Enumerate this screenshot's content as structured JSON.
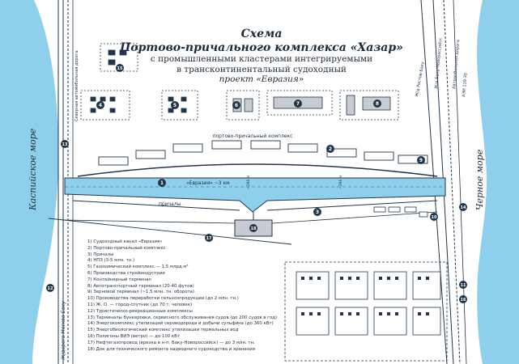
{
  "title": {
    "line1": "Схема",
    "line2": "Портово-причального комплекса «Хазар»",
    "line3": "с промышленными кластерами интегрируемыми",
    "line4": "в трансконтинентальный судоходный",
    "line5": "проект «Евразия»"
  },
  "labels": {
    "caspian_sea": "Каспийское море",
    "black_sea": "Черное море",
    "port_complex": "портово-причальный комплекс",
    "canal_name": "«Евразия» ~3 км",
    "piers": "причалы",
    "dim_left": "~260 м",
    "dim_right": "~260 м",
    "railway_left": "Ж/дорога Москва-Баку",
    "road_left": "Северная автомобильная дорога",
    "road_right1": "Ж/д Ростов-Баку",
    "road_right2": "Ж/д Баку-Новороссийск",
    "road_right3": "Автомобильная дорога",
    "road_right4": "АЭИ 119-30"
  },
  "legend": [
    "1) Судоходный канал «Евразия»",
    "2) Портово-причальный комплекс",
    "3) Причалы",
    "4) НПЗ (3-5 млн. тн.)",
    "5) Газохимический комплекс — 1,5 млрд.м³",
    "6) Производства стройиндустрии",
    "7) Контейнерный терминал",
    "8) Автотранспортный терминал (20-40 футов)",
    "9) Зерновой терминал (~1,5 млн. тн. оборота)",
    "10) Производства переработки сельхозпродукции (до 2 млн. тн.)",
    "11) Ж. О. — город-спутник (до 70 т. человек)",
    "12) Туристическо-рекреационные комплексы",
    "13) Терминалы бункеровки, сервисного обслуживания судов (до 200 судов в год)",
    "14) Энергокомплекс утилизаций сероводорода и добычи сульфина (до 360 кВт)",
    "15) Энергобиологический комплекс утилизации термальных вод",
    "16) Полигоны ВИЭ (ветро) — до 100 кВт",
    "17) Нефтегазопровод (врезка в н-п. Баку-Новороссийск) — до 3 млн. тн.",
    "18) Док для технического ремонта надводного судоходства и хранения"
  ],
  "markers": [
    "1",
    "2",
    "3",
    "4",
    "5",
    "6",
    "7",
    "8",
    "9",
    "10",
    "11",
    "12",
    "13",
    "14",
    "15",
    "16",
    "17",
    "18"
  ],
  "colors": {
    "water": "#8ed0ec",
    "ink": "#22354a",
    "marker": "#223548"
  }
}
